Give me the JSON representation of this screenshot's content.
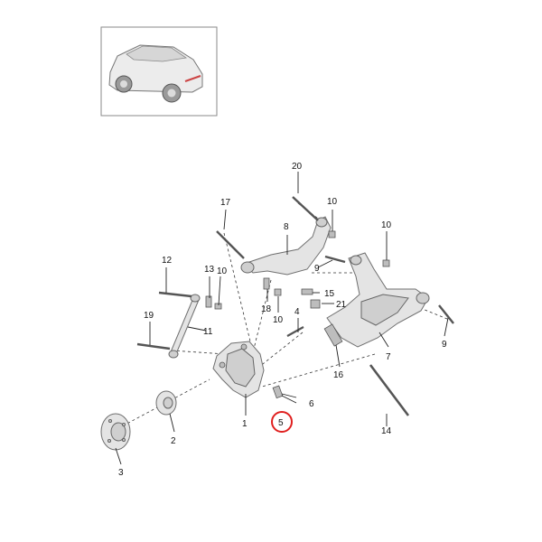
{
  "callouts": [
    {
      "id": "1",
      "label": "1"
    },
    {
      "id": "2",
      "label": "2"
    },
    {
      "id": "3",
      "label": "3"
    },
    {
      "id": "4",
      "label": "4"
    },
    {
      "id": "5",
      "label": "5"
    },
    {
      "id": "6",
      "label": "6"
    },
    {
      "id": "7",
      "label": "7"
    },
    {
      "id": "8",
      "label": "8"
    },
    {
      "id": "9a",
      "label": "9"
    },
    {
      "id": "9b",
      "label": "9"
    },
    {
      "id": "10a",
      "label": "10"
    },
    {
      "id": "10b",
      "label": "10"
    },
    {
      "id": "10c",
      "label": "10"
    },
    {
      "id": "10d",
      "label": "10"
    },
    {
      "id": "11",
      "label": "11"
    },
    {
      "id": "12",
      "label": "12"
    },
    {
      "id": "13",
      "label": "13"
    },
    {
      "id": "14",
      "label": "14"
    },
    {
      "id": "15",
      "label": "15"
    },
    {
      "id": "16",
      "label": "16"
    },
    {
      "id": "17",
      "label": "17"
    },
    {
      "id": "18",
      "label": "18"
    },
    {
      "id": "19",
      "label": "19"
    },
    {
      "id": "20",
      "label": "20"
    },
    {
      "id": "21",
      "label": "21"
    }
  ],
  "highlighted_callout": "5",
  "colors": {
    "highlight": "#e0201f",
    "part_fill": "#e4e4e4",
    "line": "#222222"
  }
}
